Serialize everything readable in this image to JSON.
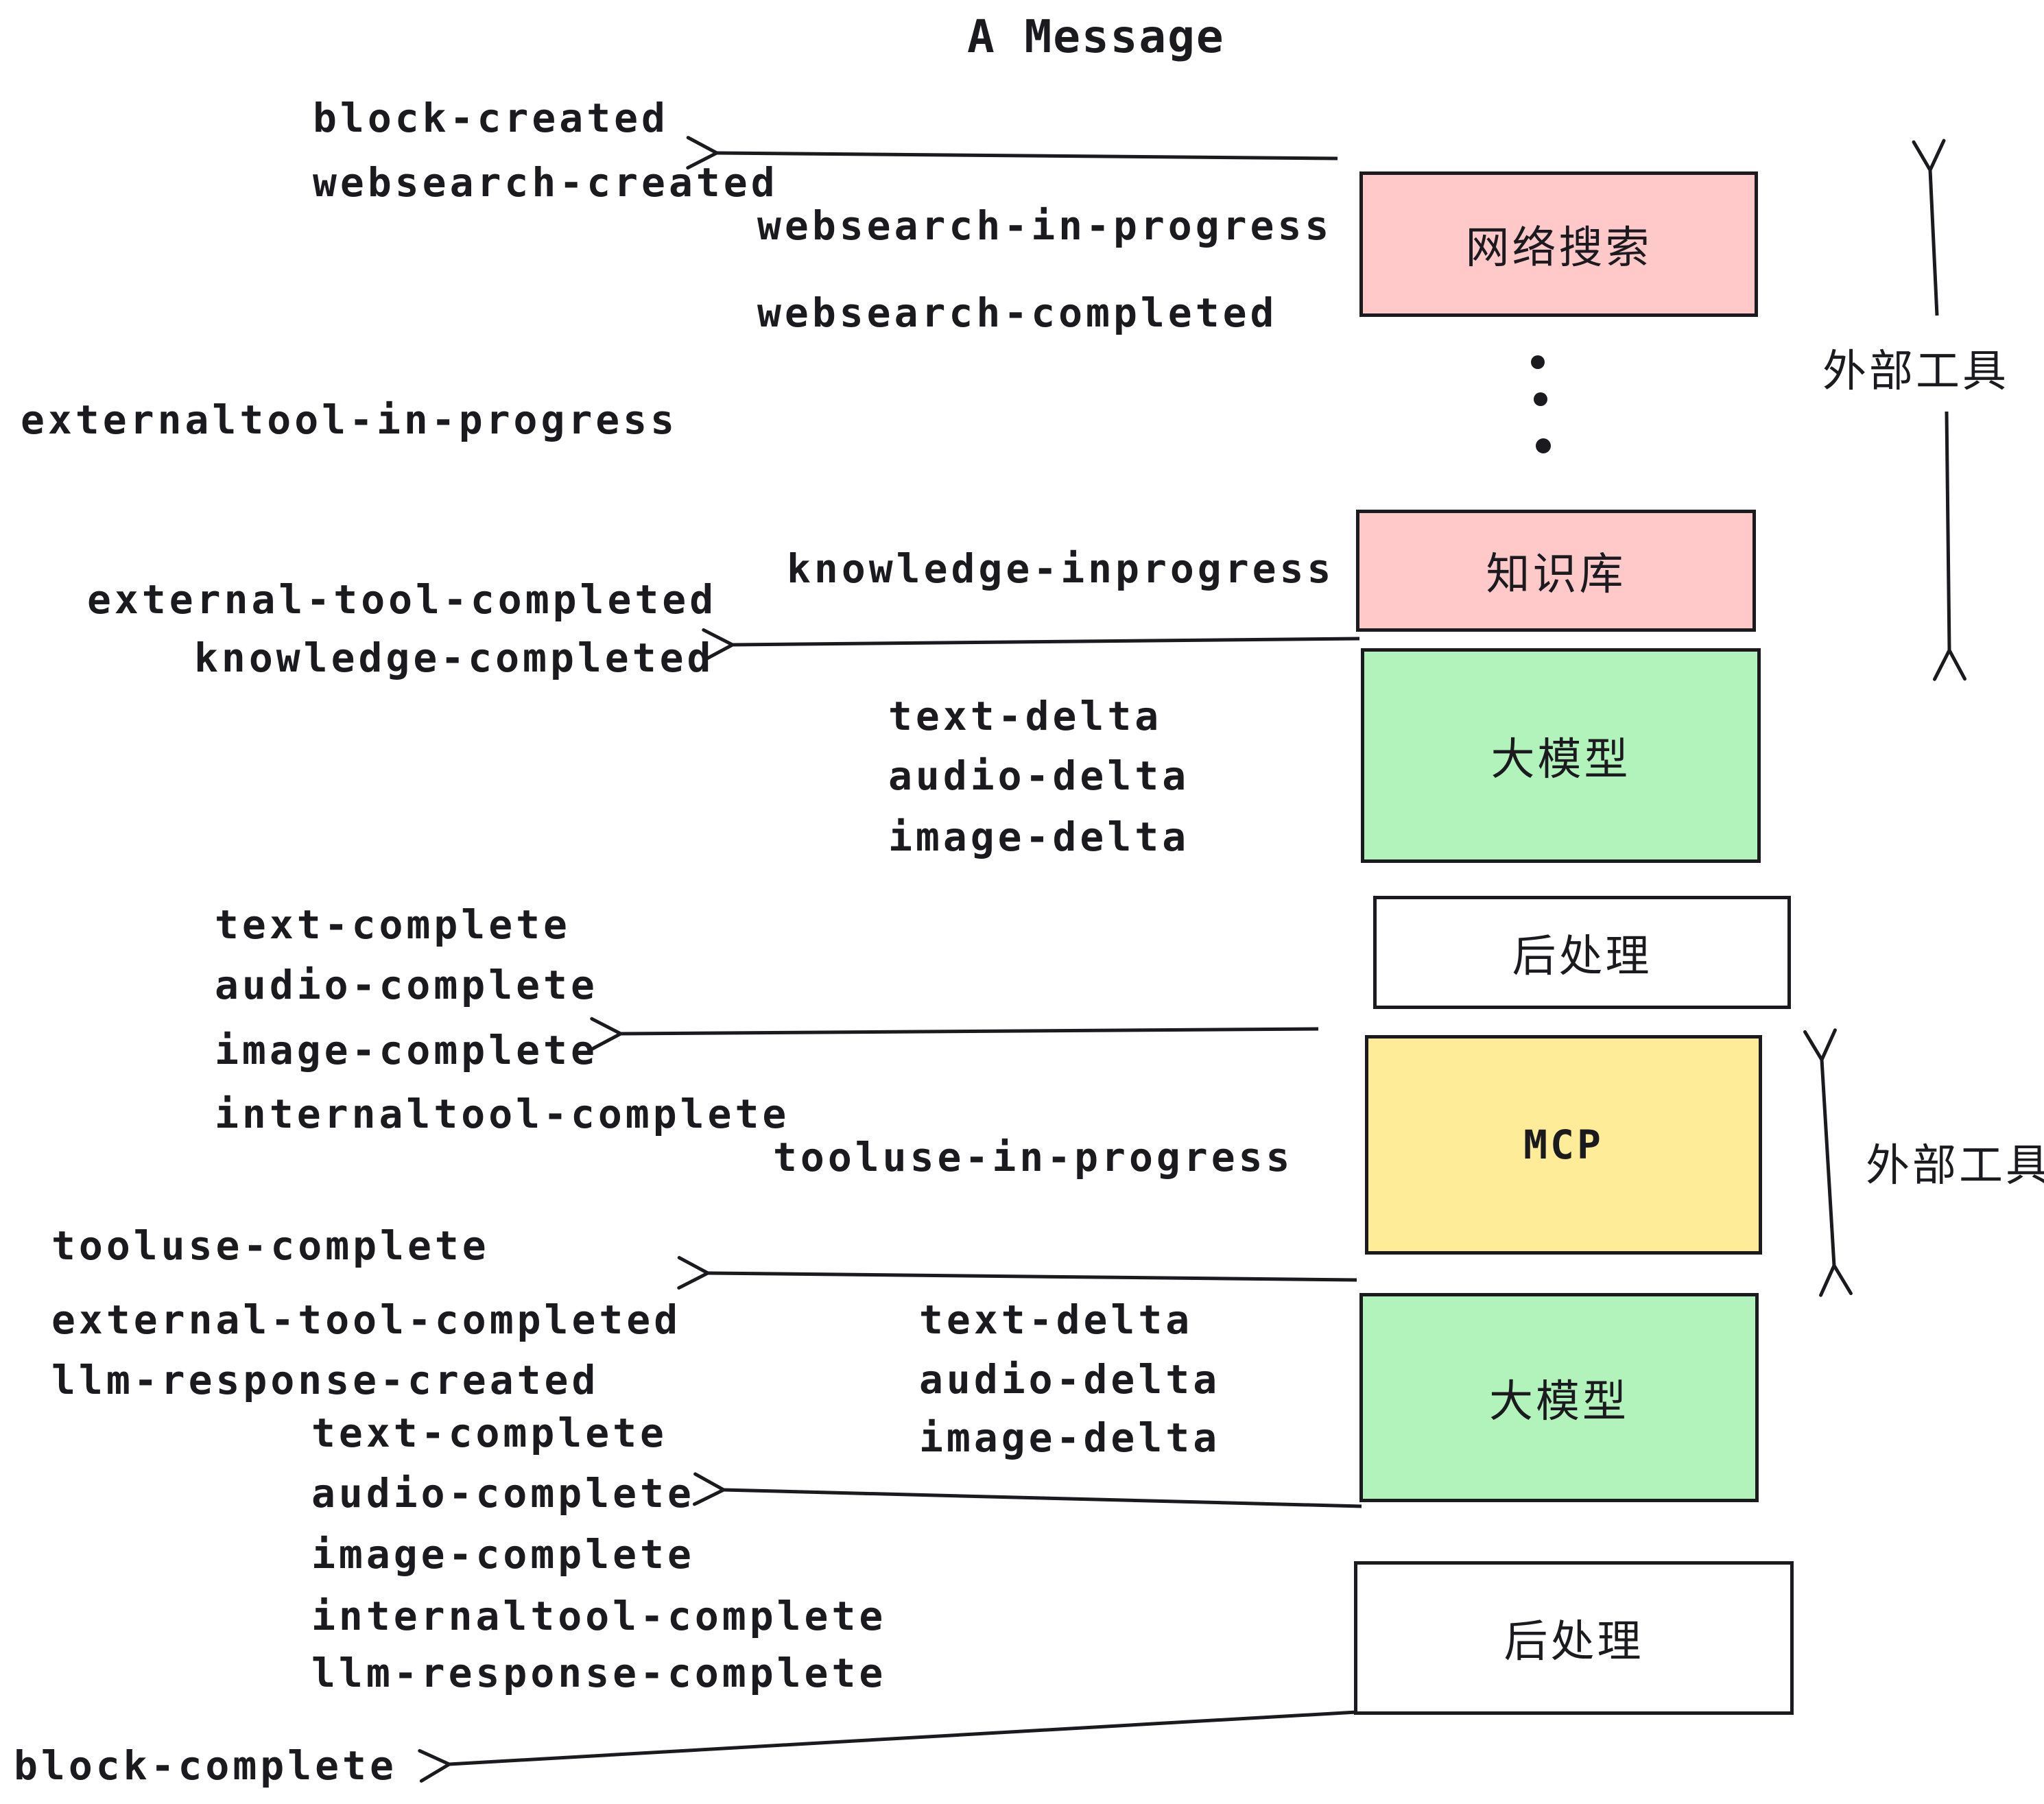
{
  "diagram": {
    "title": "A Message",
    "side_labels": {
      "external_tool_top": "外部工具",
      "external_tool_mid": "外部工具"
    },
    "nodes": {
      "websearch": {
        "label": "网络搜索",
        "color": "#ffc9c9"
      },
      "knowledge": {
        "label": "知识库",
        "color": "#ffc9c9"
      },
      "llm_1": {
        "label": "大模型",
        "color": "#b2f2bb"
      },
      "post_1": {
        "label": "后处理",
        "color": "#ffffff"
      },
      "mcp": {
        "label": "MCP",
        "color": "#ffec99"
      },
      "llm_2": {
        "label": "大模型",
        "color": "#b2f2bb"
      },
      "post_2": {
        "label": "后处理",
        "color": "#ffffff"
      }
    },
    "events": {
      "block_created": "block-created",
      "websearch_created": "websearch-created",
      "websearch_in_progress": "websearch-in-progress",
      "websearch_completed": "websearch-completed",
      "externaltool_in_progress": "externaltool-in-progress",
      "knowledge_inprogress": "knowledge-inprogress",
      "external_tool_completed_1": "external-tool-completed",
      "knowledge_completed": "knowledge-completed",
      "text_delta_1": "text-delta",
      "audio_delta_1": "audio-delta",
      "image_delta_1": "image-delta",
      "text_complete_1": "text-complete",
      "audio_complete_1": "audio-complete",
      "image_complete_1": "image-complete",
      "internaltool_complete_1": "internaltool-complete",
      "tooluse_in_progress": "tooluse-in-progress",
      "tooluse_complete": "tooluse-complete",
      "external_tool_completed_2": "external-tool-completed",
      "llm_response_created": "llm-response-created",
      "text_delta_2": "text-delta",
      "audio_delta_2": "audio-delta",
      "image_delta_2": "image-delta",
      "text_complete_2": "text-complete",
      "audio_complete_2": "audio-complete",
      "image_complete_2": "image-complete",
      "internaltool_complete_2": "internaltool-complete",
      "llm_response_complete": "llm-response-complete",
      "block_complete": "block-complete"
    },
    "colors": {
      "pink": "#ffc9c9",
      "green": "#b2f2bb",
      "yellow": "#ffec99",
      "stroke": "#1b1b1f"
    }
  }
}
